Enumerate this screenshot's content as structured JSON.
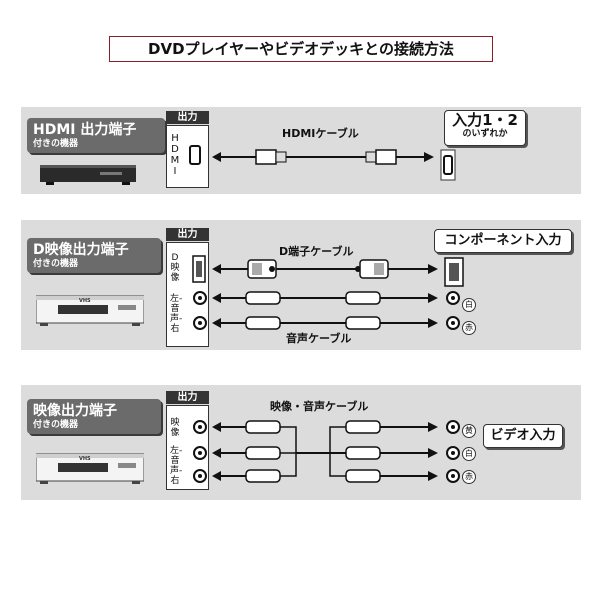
{
  "title": "DVDプレイヤーやビデオデッキとの接続方法",
  "out_label": "出力",
  "panel1": {
    "device_label": "HDMI 出力端子",
    "device_sub": "付きの機器",
    "out_text": "HDMI",
    "cable_label": "HDMIケーブル",
    "target_label": "入力1・2",
    "target_sub": "のいずれか"
  },
  "panel2": {
    "device_label": "D映像出力端子",
    "device_sub": "付きの機器",
    "out_d": "D映像",
    "out_audio": "左-音声-右",
    "cable_d_label": "D端子ケーブル",
    "cable_audio_label": "音声ケーブル",
    "target_label": "コンポーネント入力",
    "jack_white": "白",
    "jack_red": "赤",
    "vcr_brand": "VHS"
  },
  "panel3": {
    "device_label": "映像出力端子",
    "device_sub": "付きの機器",
    "out_video": "映像",
    "out_audio": "左-音声-右",
    "cable_label": "映像・音声ケーブル",
    "target_label": "ビデオ入力",
    "jack_yellow": "黄",
    "jack_white": "白",
    "jack_red": "赤",
    "vcr_brand": "VHS"
  }
}
